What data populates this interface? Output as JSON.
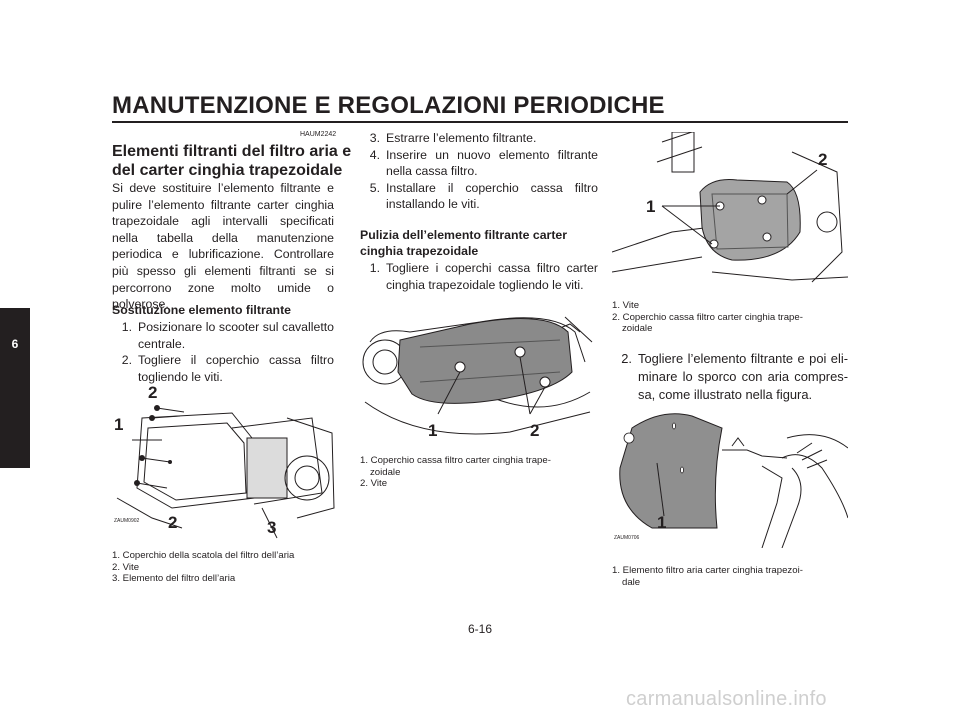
{
  "header": {
    "title": "MANUTENZIONE E REGOLAZIONI PERIODICHE"
  },
  "side_tab": {
    "number": "6"
  },
  "col1": {
    "code": "HAUM2242",
    "heading_line1": "Elementi filtranti del filtro aria e",
    "heading_line2": "del carter cinghia trapezoidale",
    "paragraph": "Si deve sostituire l’elemento filtrante e pulire l’elemento filtrante carter cinghia trapezoidale agli intervalli specificati nella tabella della manutenzione periodica e lubrificazione. Controllare più spesso gli elementi filtranti se si percorrono zone molto umide o polverose.",
    "subheading": "Sostituzione elemento filtrante",
    "steps": [
      {
        "num": "1.",
        "text": "Posizionare lo scooter sul cavalletto centrale."
      },
      {
        "num": "2.",
        "text": "Togliere il coperchio cassa filtro togliendo le viti."
      }
    ],
    "figure": {
      "code": "ZAUM0902",
      "labels": [
        "2",
        "1",
        "2",
        "3"
      ]
    },
    "caption": [
      "1. Coperchio della scatola del filtro dell’aria",
      "2. Vite",
      "3. Elemento del filtro dell’aria"
    ]
  },
  "col2": {
    "steps": [
      {
        "num": "3.",
        "text": "Estrarre l’elemento filtrante."
      },
      {
        "num": "4.",
        "text": "Inserire un nuovo elemento filtrante nella cassa filtro."
      },
      {
        "num": "5.",
        "text": "Installare il coperchio cassa filtro installando le viti."
      }
    ],
    "subheading_line1": "Pulizia dell’elemento filtrante carter",
    "subheading_line2": "cinghia trapezoidale",
    "step_b": {
      "num": "1.",
      "text": "Togliere i coperchi cassa filtro carter cinghia trapezoidale togliendo le viti."
    },
    "figure": {
      "labels": [
        "1",
        "2"
      ]
    },
    "caption": {
      "item1_line1": "1. Coperchio cassa filtro carter cinghia trape-",
      "item1_line2": "zoidale",
      "item2": "2. Vite"
    }
  },
  "col3": {
    "figure_top": {
      "labels": [
        "2",
        "1"
      ]
    },
    "caption_top": {
      "item1": "1. Vite",
      "item2_line1": "2. Coperchio cassa filtro carter cinghia trape-",
      "item2_line2": "zoidale"
    },
    "step": {
      "num": "2.",
      "text": "Togliere l’elemento filtrante e poi eli-minare lo sporco con aria compres-sa, come illustrato nella figura."
    },
    "figure_bottom": {
      "code": "ZAUM0706",
      "labels": [
        "1"
      ]
    },
    "caption_bottom": {
      "item1_line1": "1. Elemento filtro aria carter cinghia trapezoi-",
      "item1_line2": "dale"
    }
  },
  "footer": {
    "page_number": "6-16",
    "watermark": "carmanualsonline.info"
  }
}
